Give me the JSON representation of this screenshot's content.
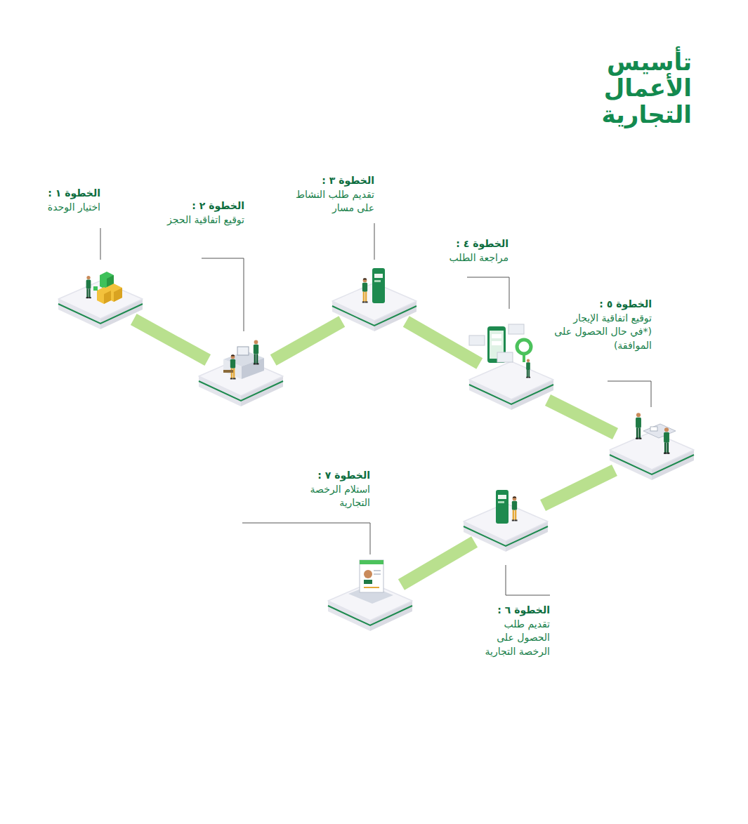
{
  "diagram": {
    "title": "تأسيس الأعمال التجارية",
    "nodes": [
      {
        "text": [
          "الخطوة ١ :",
          "اختيار الوحدة"
        ]
      },
      {
        "text": [
          "الخطوة ٢ :",
          "توقيع اتفاقية الحجز"
        ]
      },
      {
        "text": [
          "الخطوة ٣ :",
          "تقديم طلب النشاط على مسار"
        ]
      },
      {
        "text": [
          "الخطوة ٤ :",
          "مراجعة الطلب"
        ]
      },
      {
        "text": [
          "الخطوة ٥ :",
          "توقيع اتفاقية الإيجار (*في حال الحصول على الموافقة)"
        ]
      },
      {
        "text": [
          "الخطوة ٦ :",
          "تقديم طلب الحصول على الرخصة التجارية"
        ]
      },
      {
        "text": [
          "الخطوة ٧ :",
          "استلام الرخصة التجارية"
        ]
      }
    ],
    "edges": [
      {
        "from": 0,
        "to": 1,
        "arrow": "none"
      },
      {
        "from": 1,
        "to": 2,
        "arrow": "none"
      },
      {
        "from": 2,
        "to": 3,
        "arrow": "none"
      },
      {
        "from": 3,
        "to": 4,
        "arrow": "none"
      },
      {
        "from": 4,
        "to": 5,
        "arrow": "none"
      },
      {
        "from": 5,
        "to": 6,
        "arrow": "none"
      }
    ]
  }
}
